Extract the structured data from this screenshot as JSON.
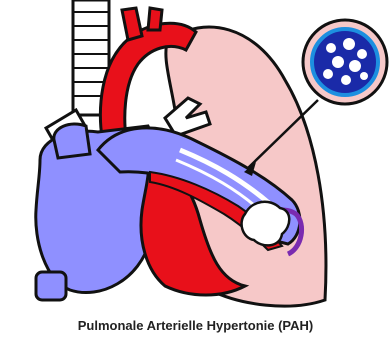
{
  "figure": {
    "caption": "Pulmonale Arterielle Hypertonie (PAH)",
    "colors": {
      "lung": "#f6c8c8",
      "artery": "#e8101a",
      "vein": "#8f90ff",
      "outline": "#111111",
      "trachea": "#ffffff",
      "lesion_ring": "#7a2bb0",
      "inset_ring": "#1d8fe0",
      "inset_fill": "#1a2aa8"
    },
    "parts": {
      "trachea": "trachea",
      "lung": "lung",
      "heart": "heart",
      "aorta": "aorta",
      "pulmonary_artery": "pulmonary-artery",
      "plaque": "plaque",
      "zoom_inset": "magnified-cross-section",
      "pointer": "pointer-arrow"
    }
  }
}
